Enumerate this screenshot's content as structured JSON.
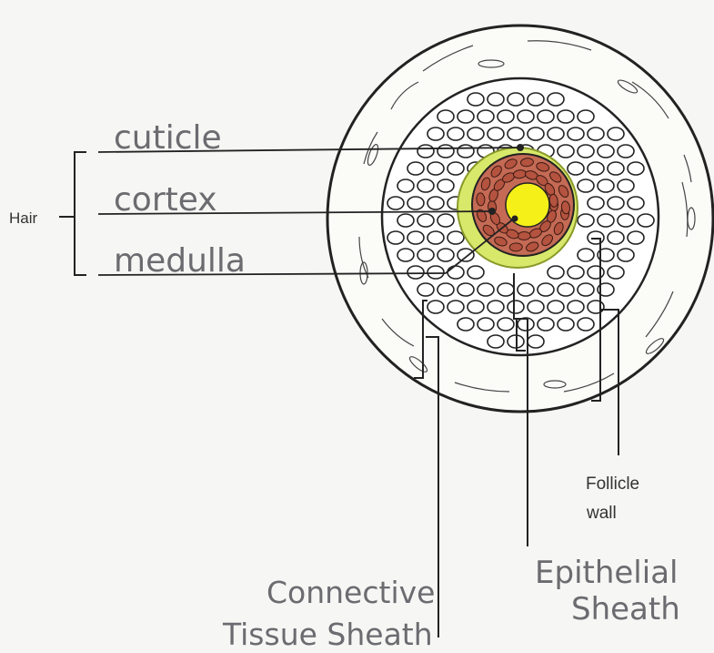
{
  "diagram": {
    "group_label": "Hair",
    "hair_layers": {
      "cuticle": "cuticle",
      "cortex": "cortex",
      "medulla": "medulla"
    },
    "follicle_labels": {
      "follicle_wall_line1": "Follicle",
      "follicle_wall_line2": "wall",
      "epithelial_line1": "Epithelial",
      "epithelial_line2": "Sheath",
      "connective_line1": "Connective",
      "connective_line2": "Tissue Sheath"
    },
    "colors": {
      "cuticle": "#d8e86a",
      "cortex": "#c46a55",
      "medulla": "#f4f018",
      "outline": "#222222",
      "paper": "#f6f6f4"
    }
  }
}
